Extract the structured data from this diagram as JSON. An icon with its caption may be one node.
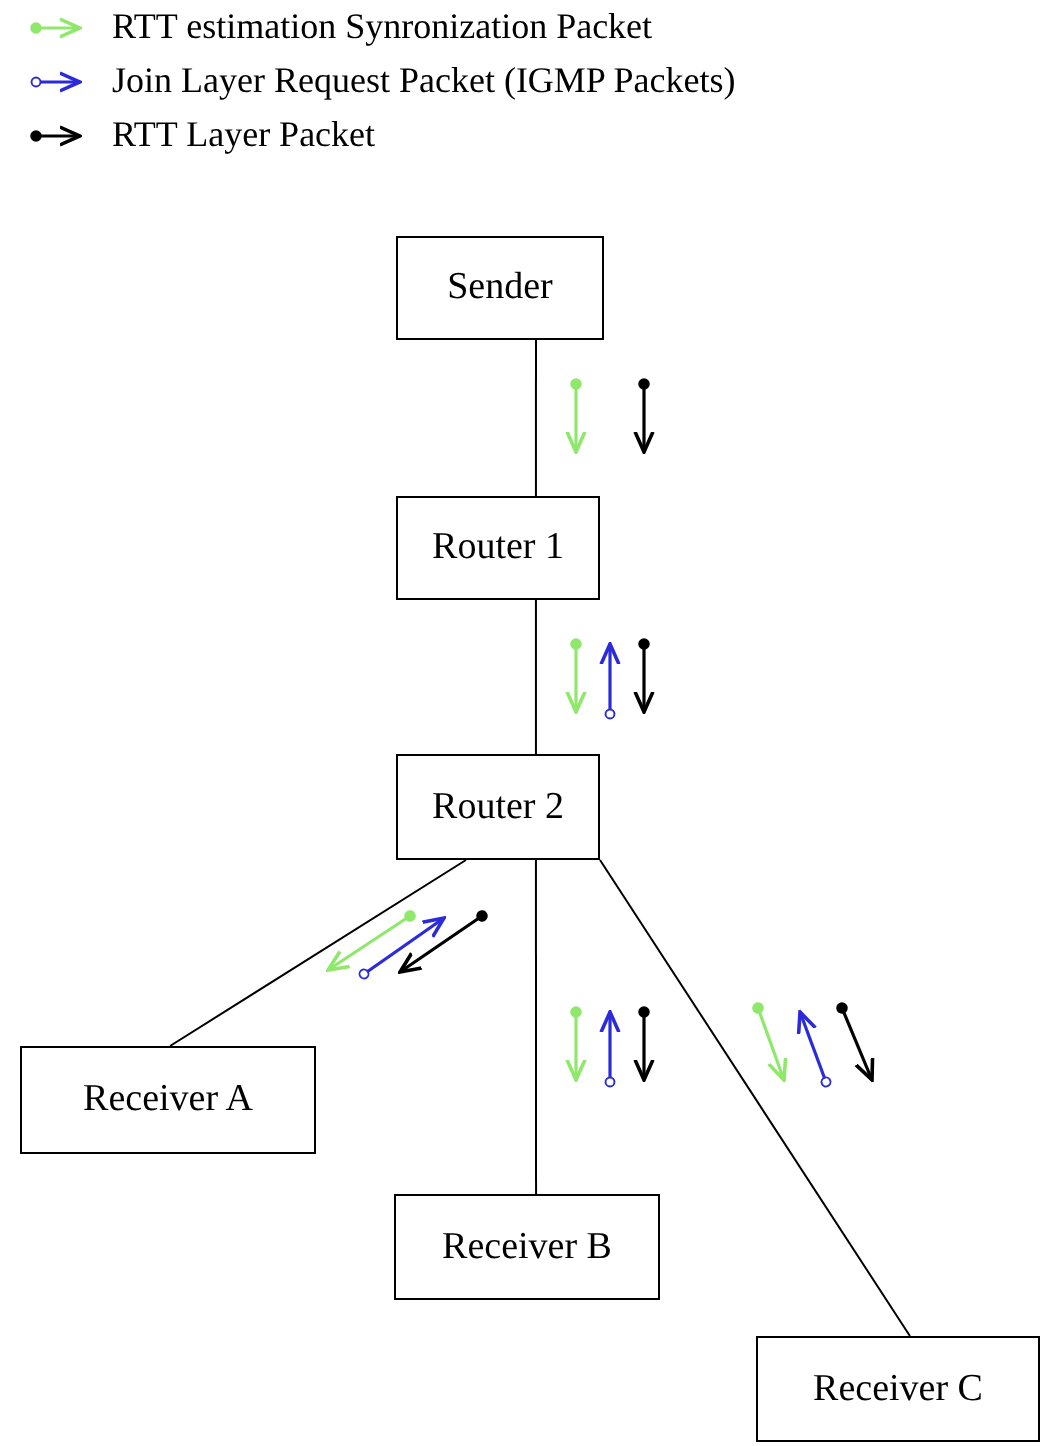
{
  "diagram": {
    "nodes": [
      {
        "text": [
          "Sender"
        ]
      },
      {
        "text": [
          "Router 1"
        ]
      },
      {
        "text": [
          "Router 2"
        ]
      },
      {
        "text": [
          "Receiver A"
        ]
      },
      {
        "text": [
          "Receiver B"
        ]
      },
      {
        "text": [
          "Receiver C"
        ]
      }
    ],
    "edges": [
      {
        "from": 0,
        "to": 1,
        "arrow": "none"
      },
      {
        "from": 1,
        "to": 2,
        "arrow": "none"
      },
      {
        "from": 2,
        "to": 3,
        "arrow": "none"
      },
      {
        "from": 2,
        "to": 4,
        "arrow": "none"
      },
      {
        "from": 2,
        "to": 5,
        "arrow": "none"
      }
    ],
    "legend": [
      {
        "text": "RTT estimation Synronization Packet"
      },
      {
        "text": "Join Layer Request Packet (IGMP Packets)"
      },
      {
        "text": "RTT Layer Packet"
      }
    ]
  }
}
